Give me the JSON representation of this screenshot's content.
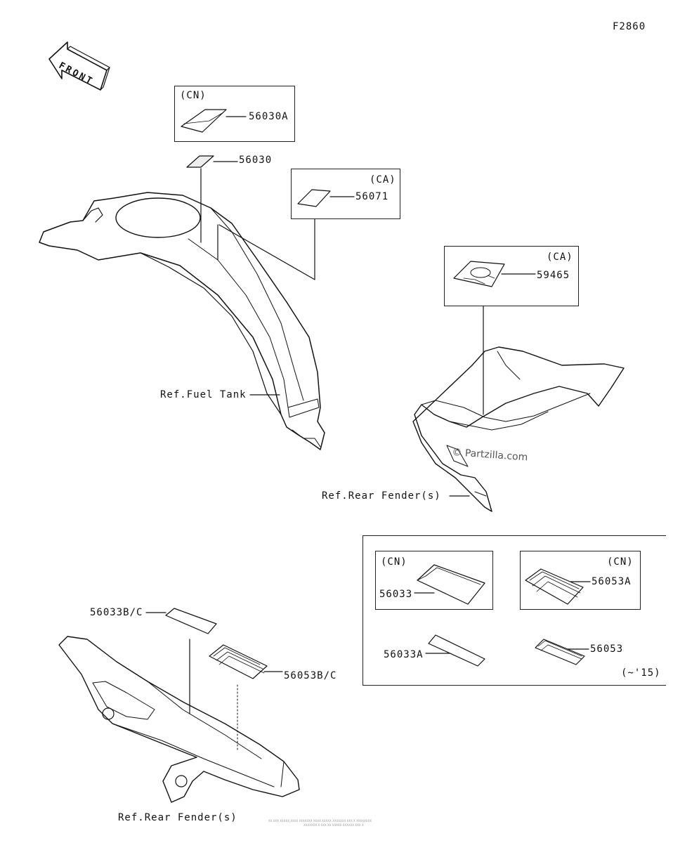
{
  "figure_id": "F2860",
  "front_label": "FRONT",
  "watermark": "© Partzilla.com",
  "labels": {
    "cn_box_top": "(CN)",
    "p56030A": "56030A",
    "p56030": "56030",
    "ca_box_mid": "(CA)",
    "p56071": "56071",
    "ca_box_right": "(CA)",
    "p59465": "59465",
    "ref_fuel_tank": "Ref.Fuel Tank",
    "ref_rear_fender_1": "Ref.Rear Fender(s)",
    "p56033BC": "56033B/C",
    "p56053BC": "56053B/C",
    "ref_rear_fender_2": "Ref.Rear Fender(s)",
    "cn_box_left": "(CN)",
    "p56033": "56033",
    "cn_box_right": "(CN)",
    "p56053A": "56053A",
    "p56033A": "56033A",
    "p56053": "56053",
    "year_note": "(~'15)"
  },
  "footer_text": [
    "XX XXX XXXXX XXXX XXXXXXX XXXX XXXXX XXXXXXX XXX X XXXXXXXX",
    "XXXXXXX X XXX XX XXXXX XXXXXX XXX X"
  ]
}
